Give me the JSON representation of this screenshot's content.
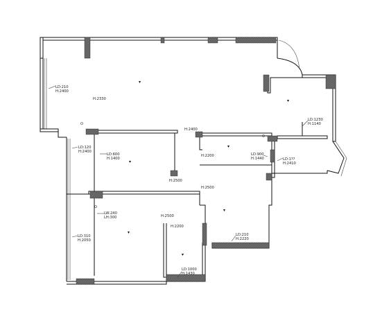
{
  "plan": {
    "height_labels": [
      {
        "id": "h-living",
        "text": "H:2330"
      },
      {
        "id": "h-corridor-top",
        "text": "H:2400"
      },
      {
        "id": "h-mid-left",
        "text": "H:2500"
      },
      {
        "id": "h-mid-right",
        "text": "H:2500"
      },
      {
        "id": "h-bath",
        "text": "H:2200"
      },
      {
        "id": "h-bottom-mid",
        "text": "H:2500"
      },
      {
        "id": "h-bottom-left",
        "text": "H:2200"
      }
    ],
    "opening_labels": [
      {
        "id": "op-ld210-living",
        "lines": [
          "LD:210",
          "H:2400"
        ]
      },
      {
        "id": "op-ld1230",
        "lines": [
          "LD:1230",
          "H:1140"
        ]
      },
      {
        "id": "op-ld120",
        "lines": [
          "LD:120",
          "H:2400"
        ]
      },
      {
        "id": "op-ld600",
        "lines": [
          "LD:600",
          "H:1400"
        ]
      },
      {
        "id": "op-ld900",
        "lines": [
          "LD:900",
          "H:1440"
        ]
      },
      {
        "id": "op-ld_small",
        "lines": [
          "LD:1??",
          "H:2410"
        ]
      },
      {
        "id": "op-lw240",
        "lines": [
          "LW:240",
          "LH:300"
        ]
      },
      {
        "id": "op-ld310",
        "lines": [
          "LD:310",
          "H:2050"
        ]
      },
      {
        "id": "op-ld210-bottom",
        "lines": [
          "LD:210",
          "H:2220"
        ]
      },
      {
        "id": "op-ld1000",
        "lines": [
          "LD:1000",
          "H:1430"
        ]
      }
    ]
  }
}
